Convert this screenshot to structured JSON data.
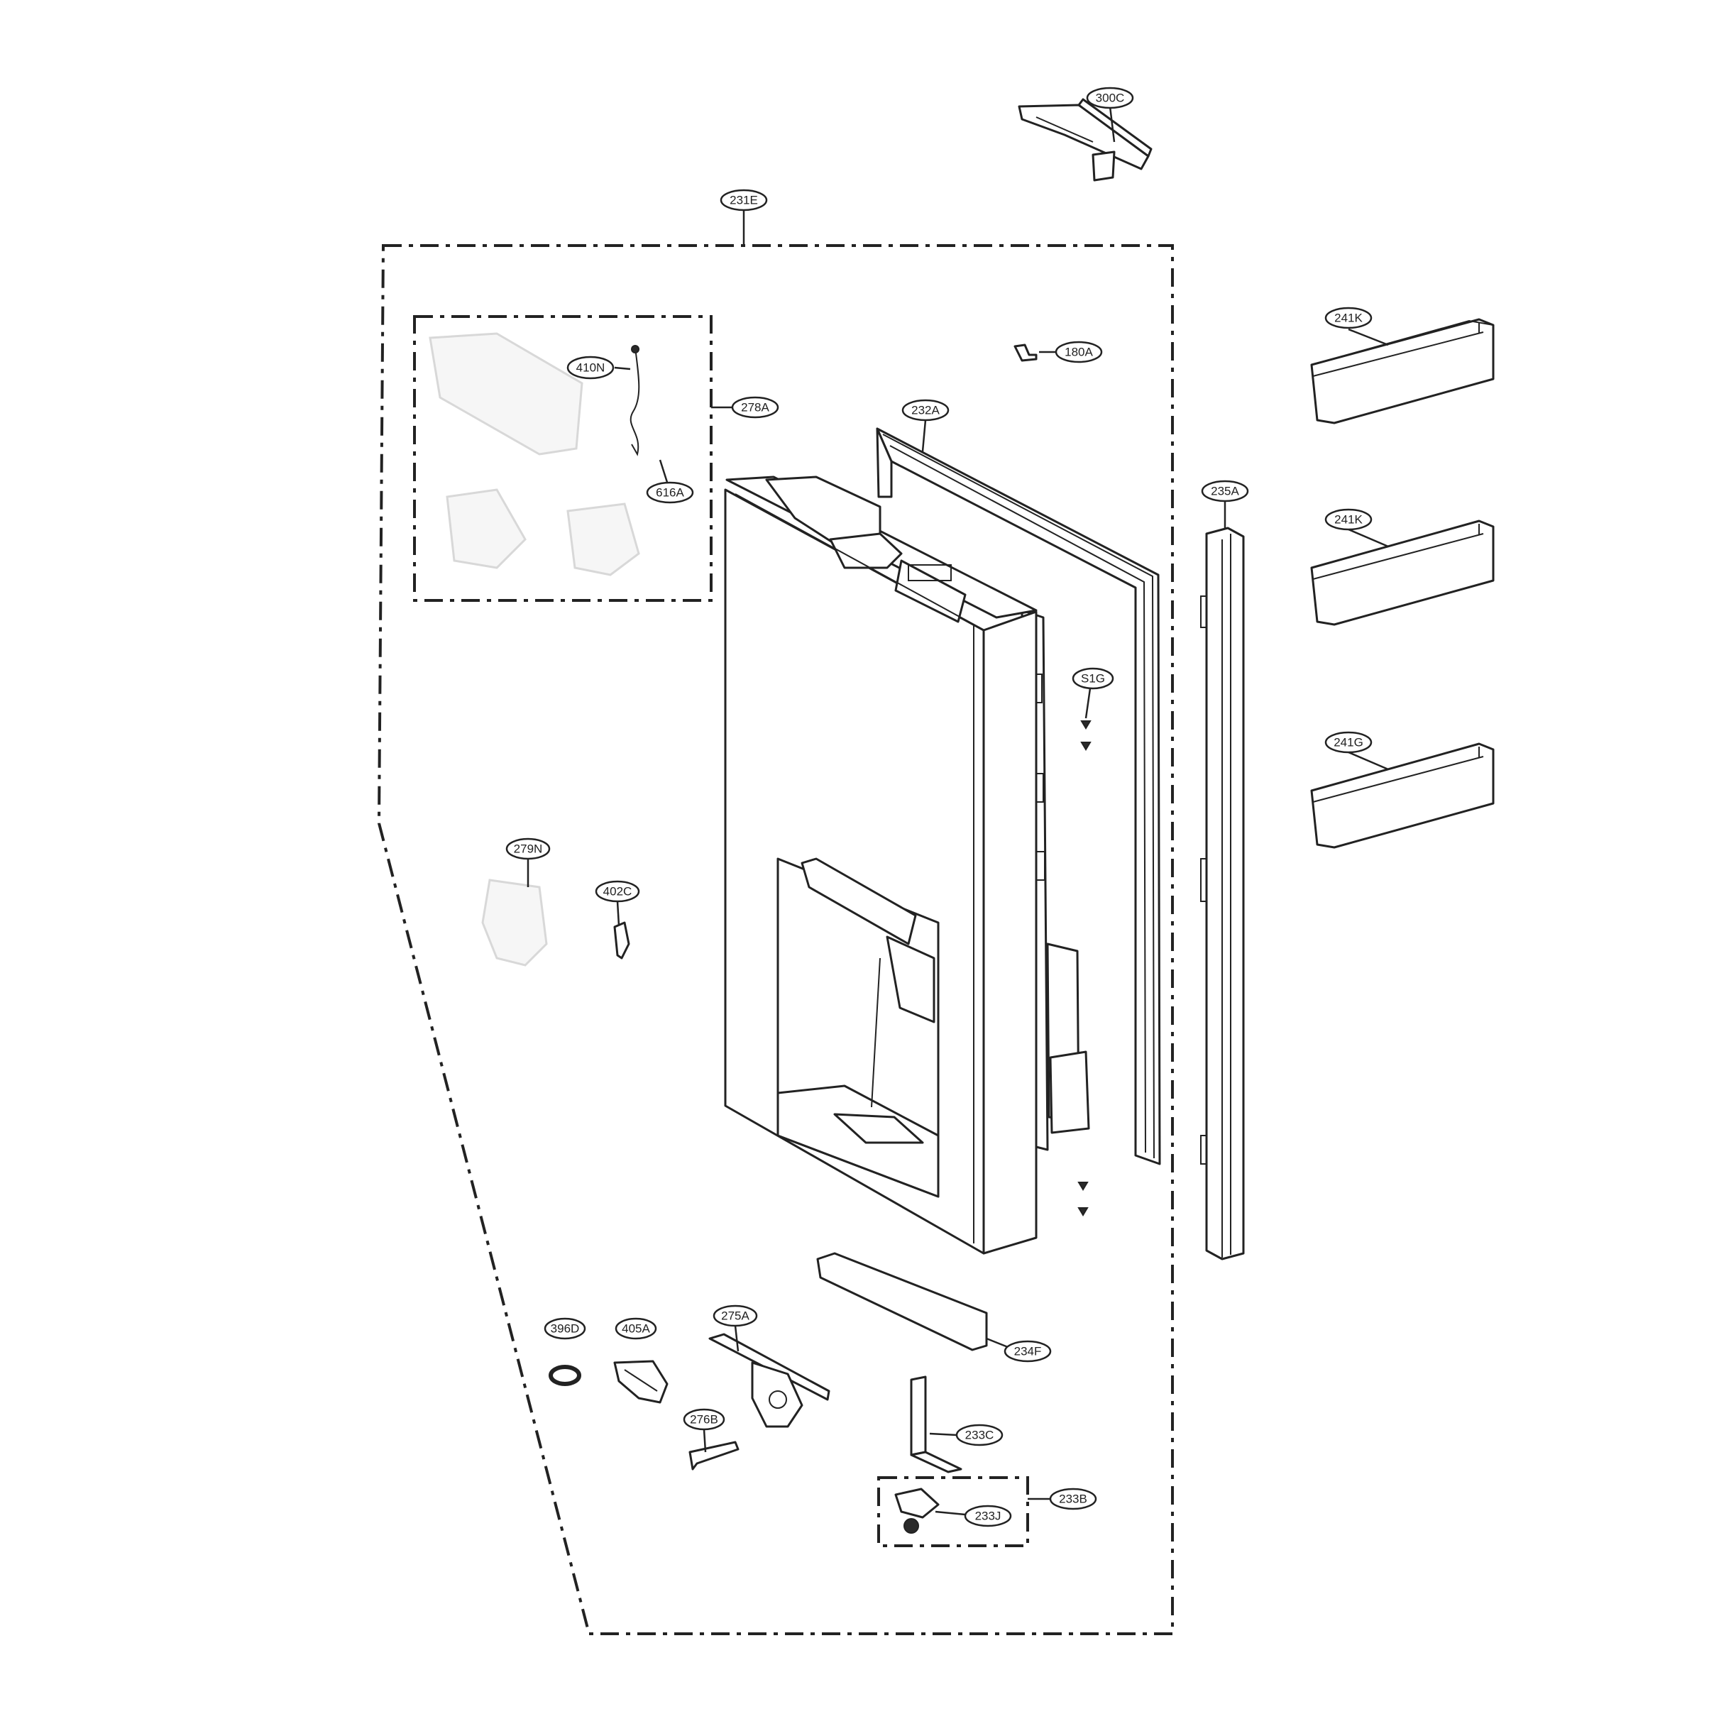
{
  "callouts": [
    {
      "id": "c-300c",
      "label": "300C"
    },
    {
      "id": "c-231e",
      "label": "231E"
    },
    {
      "id": "c-410n",
      "label": "410N"
    },
    {
      "id": "c-278a",
      "label": "278A"
    },
    {
      "id": "c-616a",
      "label": "616A"
    },
    {
      "id": "c-180a",
      "label": "180A"
    },
    {
      "id": "c-232a",
      "label": "232A"
    },
    {
      "id": "c-241k-1",
      "label": "241K"
    },
    {
      "id": "c-235a",
      "label": "235A"
    },
    {
      "id": "c-241k-2",
      "label": "241K"
    },
    {
      "id": "c-s1g",
      "label": "S1G"
    },
    {
      "id": "c-241g",
      "label": "241G"
    },
    {
      "id": "c-279n",
      "label": "279N"
    },
    {
      "id": "c-402c",
      "label": "402C"
    },
    {
      "id": "c-396d",
      "label": "396D"
    },
    {
      "id": "c-405a",
      "label": "405A"
    },
    {
      "id": "c-275a",
      "label": "275A"
    },
    {
      "id": "c-234f",
      "label": "234F"
    },
    {
      "id": "c-276b",
      "label": "276B"
    },
    {
      "id": "c-233c",
      "label": "233C"
    },
    {
      "id": "c-233b",
      "label": "233B"
    },
    {
      "id": "c-233j",
      "label": "233J"
    }
  ]
}
